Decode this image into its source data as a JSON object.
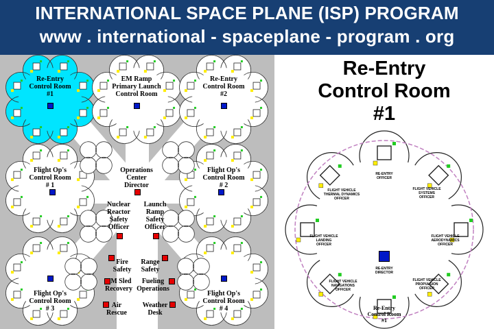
{
  "header": {
    "title": "INTERNATIONAL SPACE PLANE (ISP) PROGRAM",
    "url": "www . international - spaceplane - program . org"
  },
  "floor_plan": {
    "rooms": {
      "reentry_1": "Re-Entry\nControl Room\n#1",
      "em_ramp": "EM Ramp\nPrimary Launch\nControl Room",
      "reentry_2": "Re-Entry\nControl Room\n#2",
      "flight_ops_1": "Flight Op's\nControl Room\n# 1",
      "operations_center": "Operations\nCenter\nDirector",
      "flight_ops_2": "Flight Op's\nControl Room\n# 2",
      "flight_ops_3": "Flight Op's\nControl Room\n# 3",
      "flight_ops_4": "Flight Op's\nControl Room\n# 4"
    },
    "stations": {
      "nuclear_reactor": "Nuclear\nReactor\nSafety\nOfficer",
      "launch_ramp": "Launch\nRamp\nSafety\nOfficer",
      "fire_safety": "Fire\nSafety",
      "range_safety": "Range\nSafety",
      "em_sled": "EM Sled\nRecovery",
      "fueling": "Fueling\nOperations",
      "air_rescue": "Air\nRescue",
      "weather_desk": "Weather\nDesk"
    },
    "highlight_color": "#00e5ff",
    "hub_desk_color": "#e60000",
    "room_desk_color": "#0018c8"
  },
  "detail": {
    "title": "Re-Entry\nControl Room\n#1",
    "officers": {
      "reentry_officer": "RE-ENTRY\nOFFICER",
      "thermal_dynamics": "FLIGHT VEHICLE\nTHERMAL DYNAMICS\nOFFICER",
      "systems": "FLIGHT VEHICLE\nSYSTEMS\nOFFICER",
      "landing": "FLIGHT VEHICLE\nLANDING\nOFFICER",
      "aerodynamics": "FLIGHT VEHICLE\nAERODYNAMICS\nOFFICER",
      "reentry_director": "RE-ENTRY\nDIRECTOR",
      "navigations": "FLIGHT VEHICLE\nNAVIGATIONS\nOFFICER",
      "propulsion": "FLIGHT VEHICLE\nPROPULSION\nOFFICER"
    },
    "caption": "Re-Entry\nControl Room\n#1",
    "director_desk_color": "#0018c8",
    "console_accent_color": "#ffee00",
    "indicator_color": "#22cc22",
    "trim_color": "#c080c0"
  }
}
